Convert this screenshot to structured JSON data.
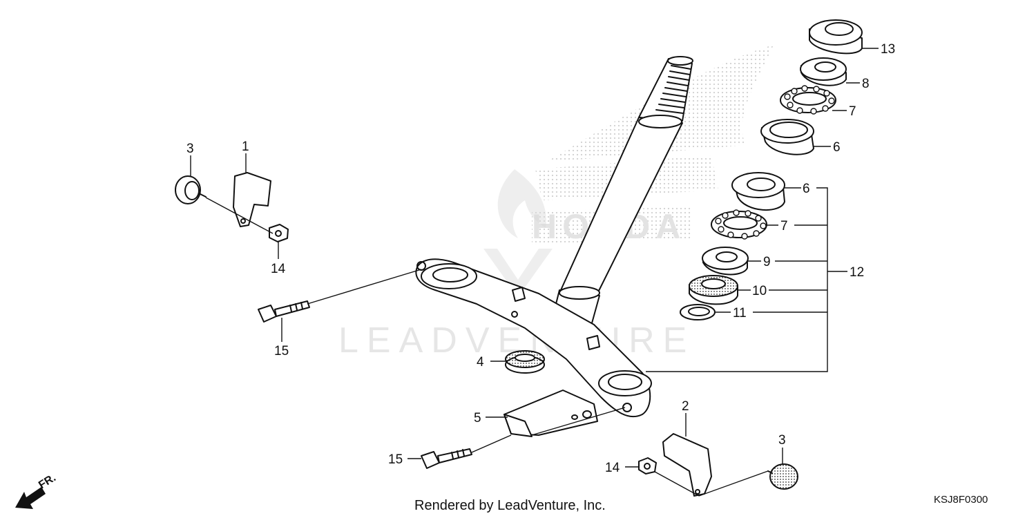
{
  "watermark": {
    "brand_text": "LEADVENTURE",
    "logo_text": "HONDA"
  },
  "callouts": {
    "c1": "1",
    "c2": "2",
    "c3a": "3",
    "c3b": "3",
    "c4": "4",
    "c5": "5",
    "c6a": "6",
    "c6b": "6",
    "c7a": "7",
    "c7b": "7",
    "c8": "8",
    "c9": "9",
    "c10": "10",
    "c11": "11",
    "c12": "12",
    "c13": "13",
    "c14a": "14",
    "c14b": "14",
    "c15a": "15",
    "c15b": "15"
  },
  "direction_label": "FR.",
  "footer": {
    "rendered_by": "Rendered by LeadVenture, Inc.",
    "diagram_code": "KSJ8F0300"
  }
}
